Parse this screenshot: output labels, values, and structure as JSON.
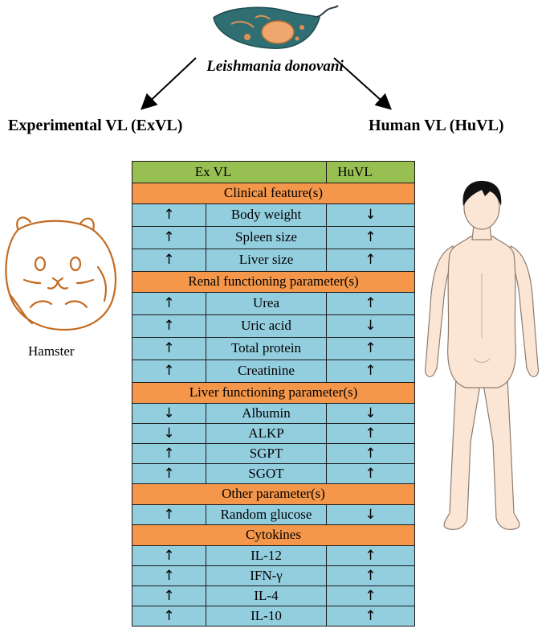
{
  "organism": "Leishmania donovani",
  "branches": {
    "left": "Experimental VL (ExVL)",
    "right": "Human VL (HuVL)"
  },
  "hamster_label": "Hamster",
  "table": {
    "header": {
      "left": "Ex VL",
      "right": "HuVL"
    },
    "sections": [
      {
        "title": "Clinical feature(s)",
        "rows": [
          {
            "parameter": "Body weight",
            "exvl": "↑",
            "huvl": "↓"
          },
          {
            "parameter": "Spleen size",
            "exvl": "↑",
            "huvl": "↑"
          },
          {
            "parameter": "Liver size",
            "exvl": "↑",
            "huvl": "↑"
          }
        ]
      },
      {
        "title": "Renal functioning parameter(s)",
        "rows": [
          {
            "parameter": "Urea",
            "exvl": "↑",
            "huvl": "↑"
          },
          {
            "parameter": "Uric acid",
            "exvl": "↑",
            "huvl": "↓"
          },
          {
            "parameter": "Total protein",
            "exvl": "↑",
            "huvl": "↑"
          },
          {
            "parameter": "Creatinine",
            "exvl": "↑",
            "huvl": "↑"
          }
        ]
      },
      {
        "title": "Liver functioning parameter(s)",
        "rows": [
          {
            "parameter": "Albumin",
            "exvl": "↓",
            "huvl": "↓"
          },
          {
            "parameter": "ALKP",
            "exvl": "↓",
            "huvl": "↑"
          },
          {
            "parameter": "SGPT",
            "exvl": "↑",
            "huvl": "↑"
          },
          {
            "parameter": "SGOT",
            "exvl": "↑",
            "huvl": "↑"
          }
        ]
      },
      {
        "title": "Other parameter(s)",
        "rows": [
          {
            "parameter": "Random glucose",
            "exvl": "↑",
            "huvl": "↓"
          }
        ]
      },
      {
        "title": "Cytokines",
        "rows": [
          {
            "parameter": "IL-12",
            "exvl": "↑",
            "huvl": "↑"
          },
          {
            "parameter": "IFN-γ",
            "exvl": "↑",
            "huvl": "↑"
          },
          {
            "parameter": "IL-4",
            "exvl": "↑",
            "huvl": "↑"
          },
          {
            "parameter": "IL-10",
            "exvl": "↑",
            "huvl": "↑"
          }
        ]
      }
    ]
  },
  "colors": {
    "header_green": "#98bf52",
    "section_orange": "#f4974a",
    "row_blue": "#93cedf",
    "hamster_brown": "#c36a21",
    "skin": "#fbe6d6"
  }
}
